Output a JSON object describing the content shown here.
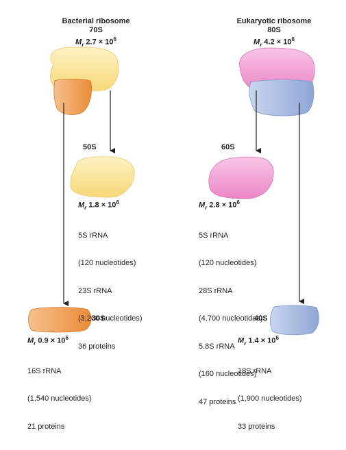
{
  "bacterial": {
    "title": "Bacterial ribosome",
    "sedimentation": "70S",
    "mass_symbol": "M",
    "mass_sub": "r",
    "mass_value": "2.7 × 10",
    "mass_exp": "6",
    "large": {
      "label": "50S",
      "mass_symbol": "M",
      "mass_sub": "r",
      "mass_value": "1.8 × 10",
      "mass_exp": "6",
      "components": [
        "5S rRNA",
        "(120 nucleotides)",
        "23S rRNA",
        "(3,200 nucleotides)",
        "36 proteins"
      ]
    },
    "small": {
      "label": "30S",
      "mass_symbol": "M",
      "mass_sub": "r",
      "mass_value": "0.9 × 10",
      "mass_exp": "6",
      "components": [
        "16S rRNA",
        "(1,540 nucleotides)",
        "21 proteins"
      ]
    }
  },
  "eukaryotic": {
    "title": "Eukaryotic ribosome",
    "sedimentation": "80S",
    "mass_symbol": "M",
    "mass_sub": "r",
    "mass_value": "4.2 × 10",
    "mass_exp": "6",
    "large": {
      "label": "60S",
      "mass_symbol": "M",
      "mass_sub": "r",
      "mass_value": "2.8 × 10",
      "mass_exp": "6",
      "components": [
        "5S rRNA",
        "(120 nucleotides)",
        "28S rRNA",
        "(4,700 nucleotides)",
        "5.8S rRNA",
        "(160 nucleotides)",
        "47 proteins"
      ]
    },
    "small": {
      "label": "40S",
      "mass_symbol": "M",
      "mass_sub": "r",
      "mass_value": "1.4 × 10",
      "mass_exp": "6",
      "components": [
        "18S rRNA",
        "(1,900 nucleotides)",
        "33 proteins"
      ]
    }
  },
  "colors": {
    "bacterial_large": "#fbe9a0",
    "bacterial_small": "#f2a65a",
    "eukaryotic_large": "#f4a6d7",
    "eukaryotic_small": "#a9bde3",
    "arrow": "#231f20"
  }
}
